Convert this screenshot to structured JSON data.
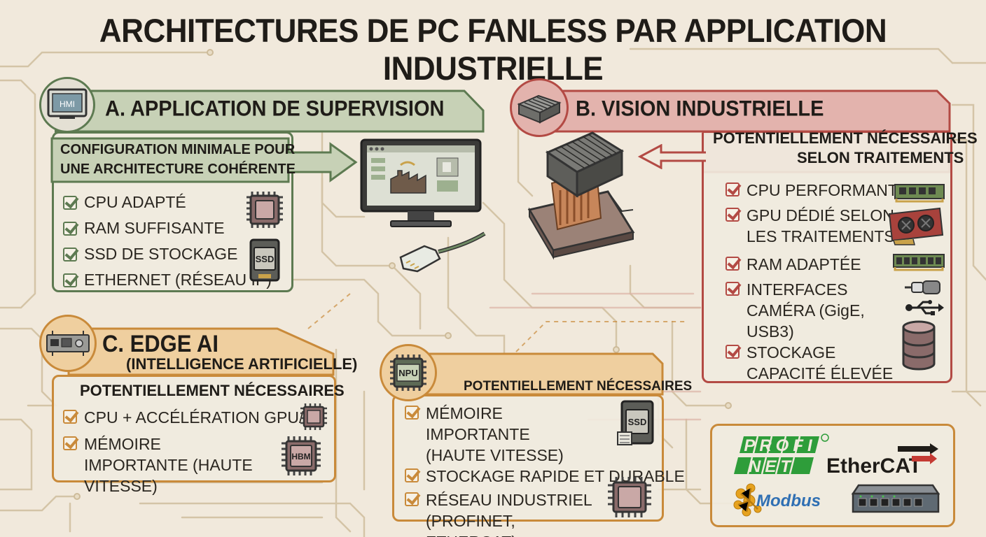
{
  "title": "ARCHITECTURES DE PC FANLESS PAR APPLICATION INDUSTRIELLE",
  "colors": {
    "green": "#5d7a51",
    "green_light": "#c7d1b6",
    "red": "#b34a44",
    "red_light": "#e3b3ad",
    "orange": "#c98a3a",
    "orange_light": "#efcf9f",
    "background": "#f1e9dc"
  },
  "panel_a": {
    "badge_label": "HMI",
    "title": "A. APPLICATION DE SUPERVISION",
    "subtitle_line1": "CONFIGURATION MINIMALE POUR",
    "subtitle_line2": "UNE ARCHITECTURE COHÉRENTE",
    "items": [
      {
        "text": "CPU ADAPTÉ",
        "icon": "cpu-chip-icon"
      },
      {
        "text": "RAM SUFFISANTE",
        "icon": "cpu-chip-icon"
      },
      {
        "text": "SSD DE STOCKAGE",
        "icon": "ssd-icon"
      },
      {
        "text": "ETHERNET (RÉSEAU IP)",
        "icon": "ssd-icon"
      }
    ],
    "ssd_label": "SSD"
  },
  "panel_b": {
    "title": "B. VISION INDUSTRIELLE",
    "subtitle_line1": "POTENTIELLEMENT NÉCESSAIRES",
    "subtitle_line2": "SELON TRAITEMENTS",
    "items": [
      {
        "text": "CPU PERFORMANT",
        "icon": "ram-module-icon"
      },
      {
        "text": "GPU DÉDIÉ SELON LES TRAITEMENTS",
        "icon": "gpu-card-icon"
      },
      {
        "text": "RAM ADAPTÉE",
        "icon": "ram-module-icon"
      },
      {
        "text": "INTERFACES CAMÉRA (GigE, USB3)",
        "icon": "usb-icon"
      },
      {
        "text": "STOCKAGE CAPACITÉ ÉLEVÉE",
        "icon": "database-icon"
      }
    ]
  },
  "panel_c": {
    "title": "C. EDGE AI",
    "title_line2": "(INTELLIGENCE ARTIFICIELLE)",
    "subtitle": "POTENTIELLEMENT NÉCESSAIRES",
    "items": [
      {
        "text": "CPU + ACCÉLÉRATION GPU/IA",
        "icon": "cpu-chip-icon"
      },
      {
        "text": "MÉMOIRE IMPORTANTE (HAUTE VITESSE)",
        "icon": "hbm-chip-icon"
      }
    ],
    "hbm_label": "HBM"
  },
  "panel_d": {
    "badge_label": "NPU",
    "subtitle": "POTENTIELLEMENT NÉCESSAIRES",
    "items": [
      {
        "text": "MÉMOIRE IMPORTANTE (HAUTE VITESSE)",
        "icon": "ssd-icon"
      },
      {
        "text": "STOCKAGE RAPIDE ET DURABLE",
        "icon": "ssd-icon"
      },
      {
        "text": "RÉSEAU INDUSTRIEL (PROFINET, ETHERCAT)",
        "icon": "cpu-chip-icon"
      }
    ],
    "ssd_label": "SSD"
  },
  "logos": {
    "profinet_line1": "PROFI",
    "profinet_line2": "NET",
    "ethercat": "EtherCAT",
    "modbus": "Modbus"
  }
}
